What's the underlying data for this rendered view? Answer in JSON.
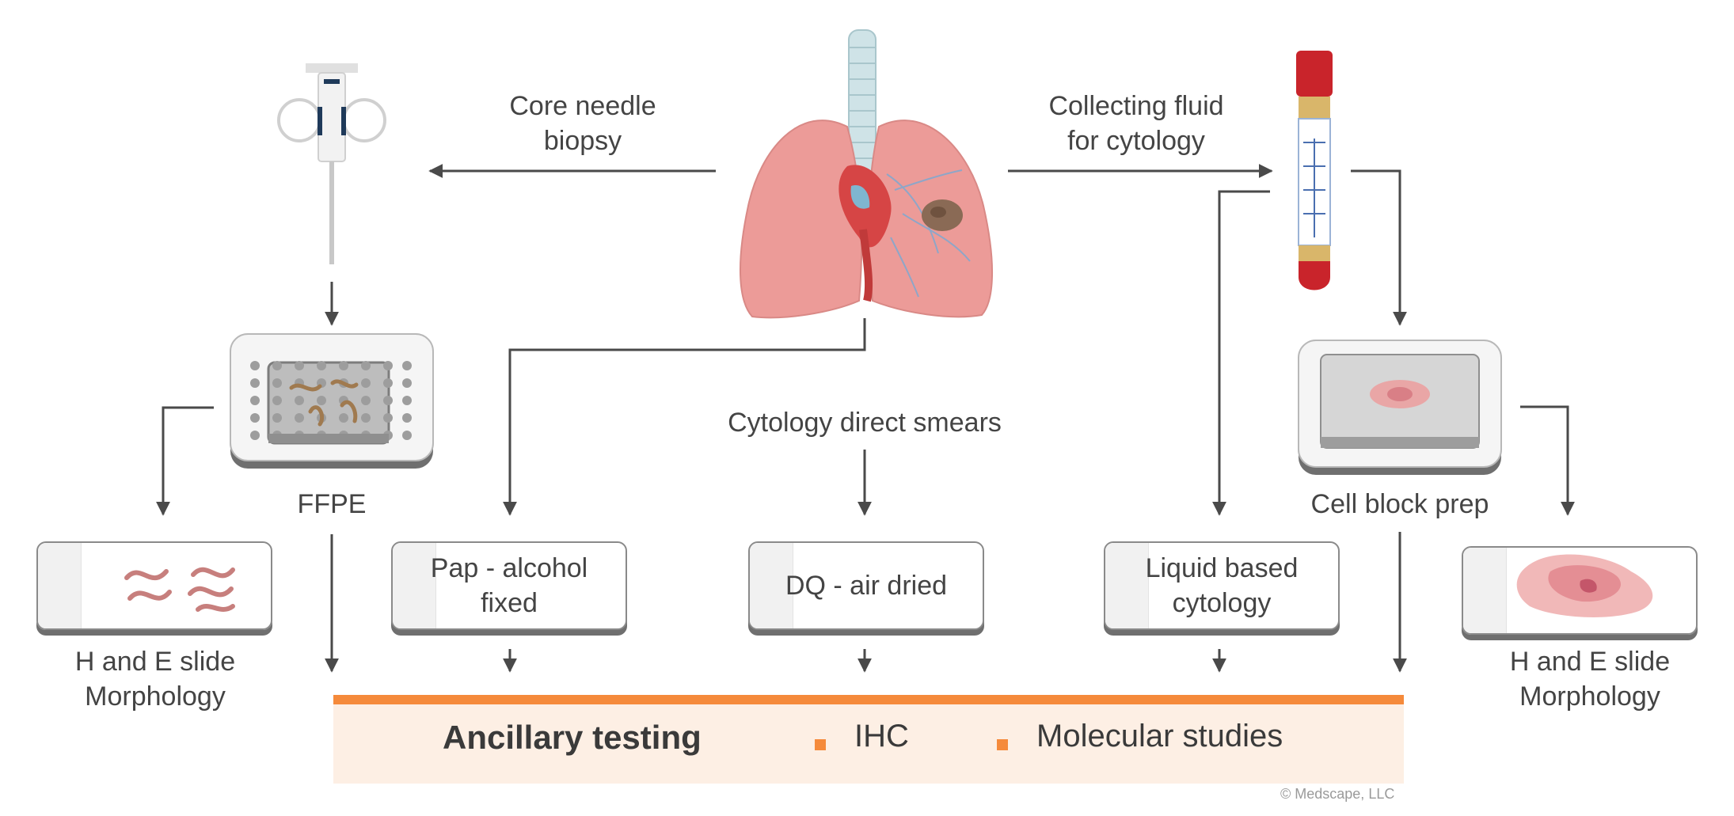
{
  "labels": {
    "core_needle": [
      "Core needle",
      "biopsy"
    ],
    "collecting_fluid": [
      "Collecting fluid",
      "for cytology"
    ],
    "ffpe": "FFPE",
    "cytology_direct_smears": "Cytology direct smears",
    "cell_block_prep": "Cell block prep",
    "he_left": [
      "H and E slide",
      "Morphology"
    ],
    "he_right": [
      "H and E slide",
      "Morphology"
    ]
  },
  "slides": {
    "pap": [
      "Pap - alcohol",
      "fixed"
    ],
    "dq": [
      "DQ - air dried"
    ],
    "liquid": [
      "Liquid based",
      "cytology"
    ]
  },
  "ancillary": {
    "title": "Ancillary testing",
    "items": [
      "IHC",
      "Molecular studies"
    ]
  },
  "copyright": "© Medscape, LLC",
  "colors": {
    "accent_orange": "#f58a3b",
    "band_fill": "#fdefe4",
    "arrow": "#4a4a4a",
    "lung": "#ec9b98",
    "tissue_pink": "#e8a5a5"
  }
}
